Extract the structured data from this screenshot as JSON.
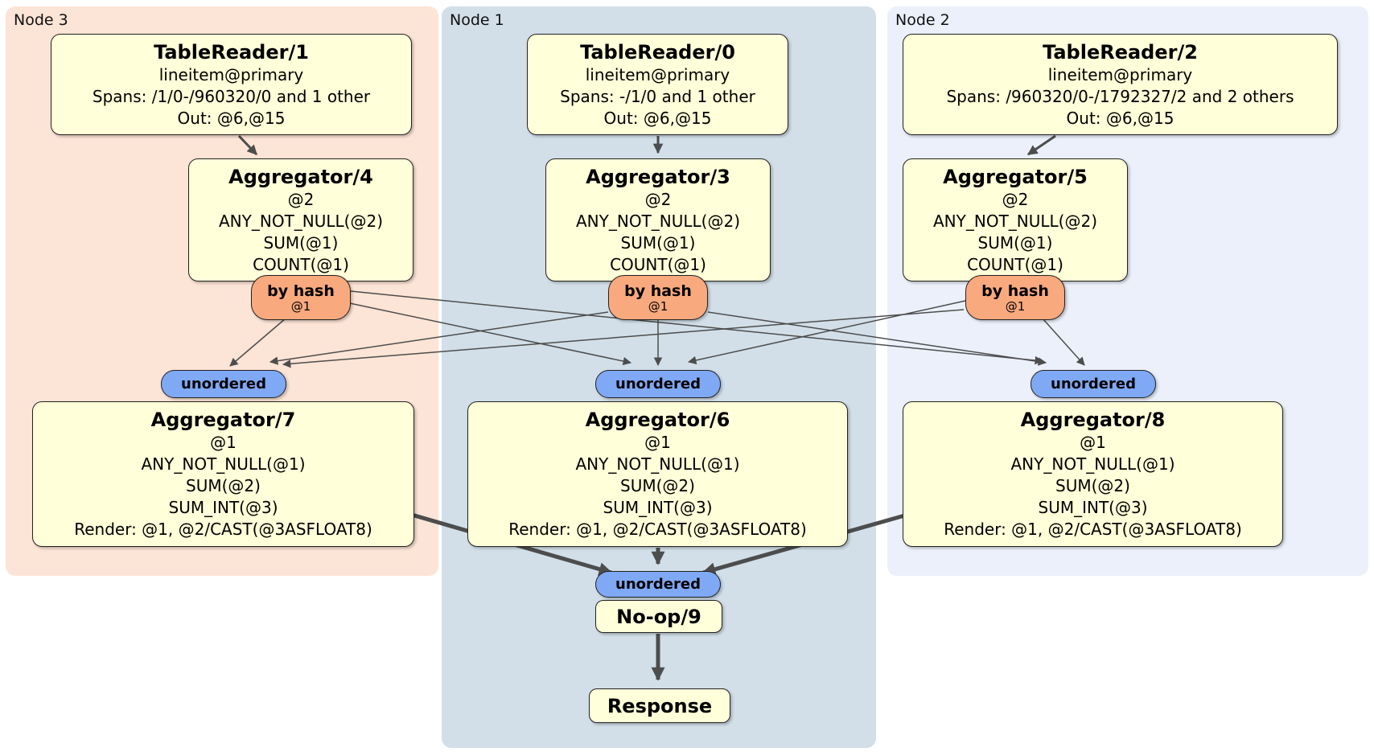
{
  "colors": {
    "node3_bg": "#fce4d6",
    "node1_bg": "#d2dfe9",
    "node2_bg": "#ebf0fa",
    "box_fill": "#ffffd9",
    "router_fill": "#f9a97e",
    "sync_fill": "#7fa9f5",
    "edge_color": "#4d4d4d"
  },
  "regions": {
    "node3": {
      "label": "Node 3"
    },
    "node1": {
      "label": "Node 1"
    },
    "node2": {
      "label": "Node 2"
    }
  },
  "processors": {
    "tablereader1": {
      "title": "TableReader/1",
      "lines": [
        "lineitem@primary",
        "Spans: /1/0-/960320/0 and 1 other",
        "Out: @6,@15"
      ]
    },
    "tablereader0": {
      "title": "TableReader/0",
      "lines": [
        "lineitem@primary",
        "Spans: -/1/0 and 1 other",
        "Out: @6,@15"
      ]
    },
    "tablereader2": {
      "title": "TableReader/2",
      "lines": [
        "lineitem@primary",
        "Spans: /960320/0-/1792327/2 and 2 others",
        "Out: @6,@15"
      ]
    },
    "aggregator4": {
      "title": "Aggregator/4",
      "lines": [
        "@2",
        "ANY_NOT_NULL(@2)",
        "SUM(@1)",
        "COUNT(@1)"
      ]
    },
    "aggregator3": {
      "title": "Aggregator/3",
      "lines": [
        "@2",
        "ANY_NOT_NULL(@2)",
        "SUM(@1)",
        "COUNT(@1)"
      ]
    },
    "aggregator5": {
      "title": "Aggregator/5",
      "lines": [
        "@2",
        "ANY_NOT_NULL(@2)",
        "SUM(@1)",
        "COUNT(@1)"
      ]
    },
    "aggregator7": {
      "title": "Aggregator/7",
      "lines": [
        "@1",
        "ANY_NOT_NULL(@1)",
        "SUM(@2)",
        "SUM_INT(@3)",
        "Render: @1, @2/CAST(@3ASFLOAT8)"
      ]
    },
    "aggregator6": {
      "title": "Aggregator/6",
      "lines": [
        "@1",
        "ANY_NOT_NULL(@1)",
        "SUM(@2)",
        "SUM_INT(@3)",
        "Render: @1, @2/CAST(@3ASFLOAT8)"
      ]
    },
    "aggregator8": {
      "title": "Aggregator/8",
      "lines": [
        "@1",
        "ANY_NOT_NULL(@1)",
        "SUM(@2)",
        "SUM_INT(@3)",
        "Render: @1, @2/CAST(@3ASFLOAT8)"
      ]
    },
    "noop9": {
      "title": "No-op/9"
    },
    "response": {
      "title": "Response"
    }
  },
  "router": {
    "label": "by hash",
    "detail": "@1"
  },
  "sync": {
    "label": "unordered"
  }
}
